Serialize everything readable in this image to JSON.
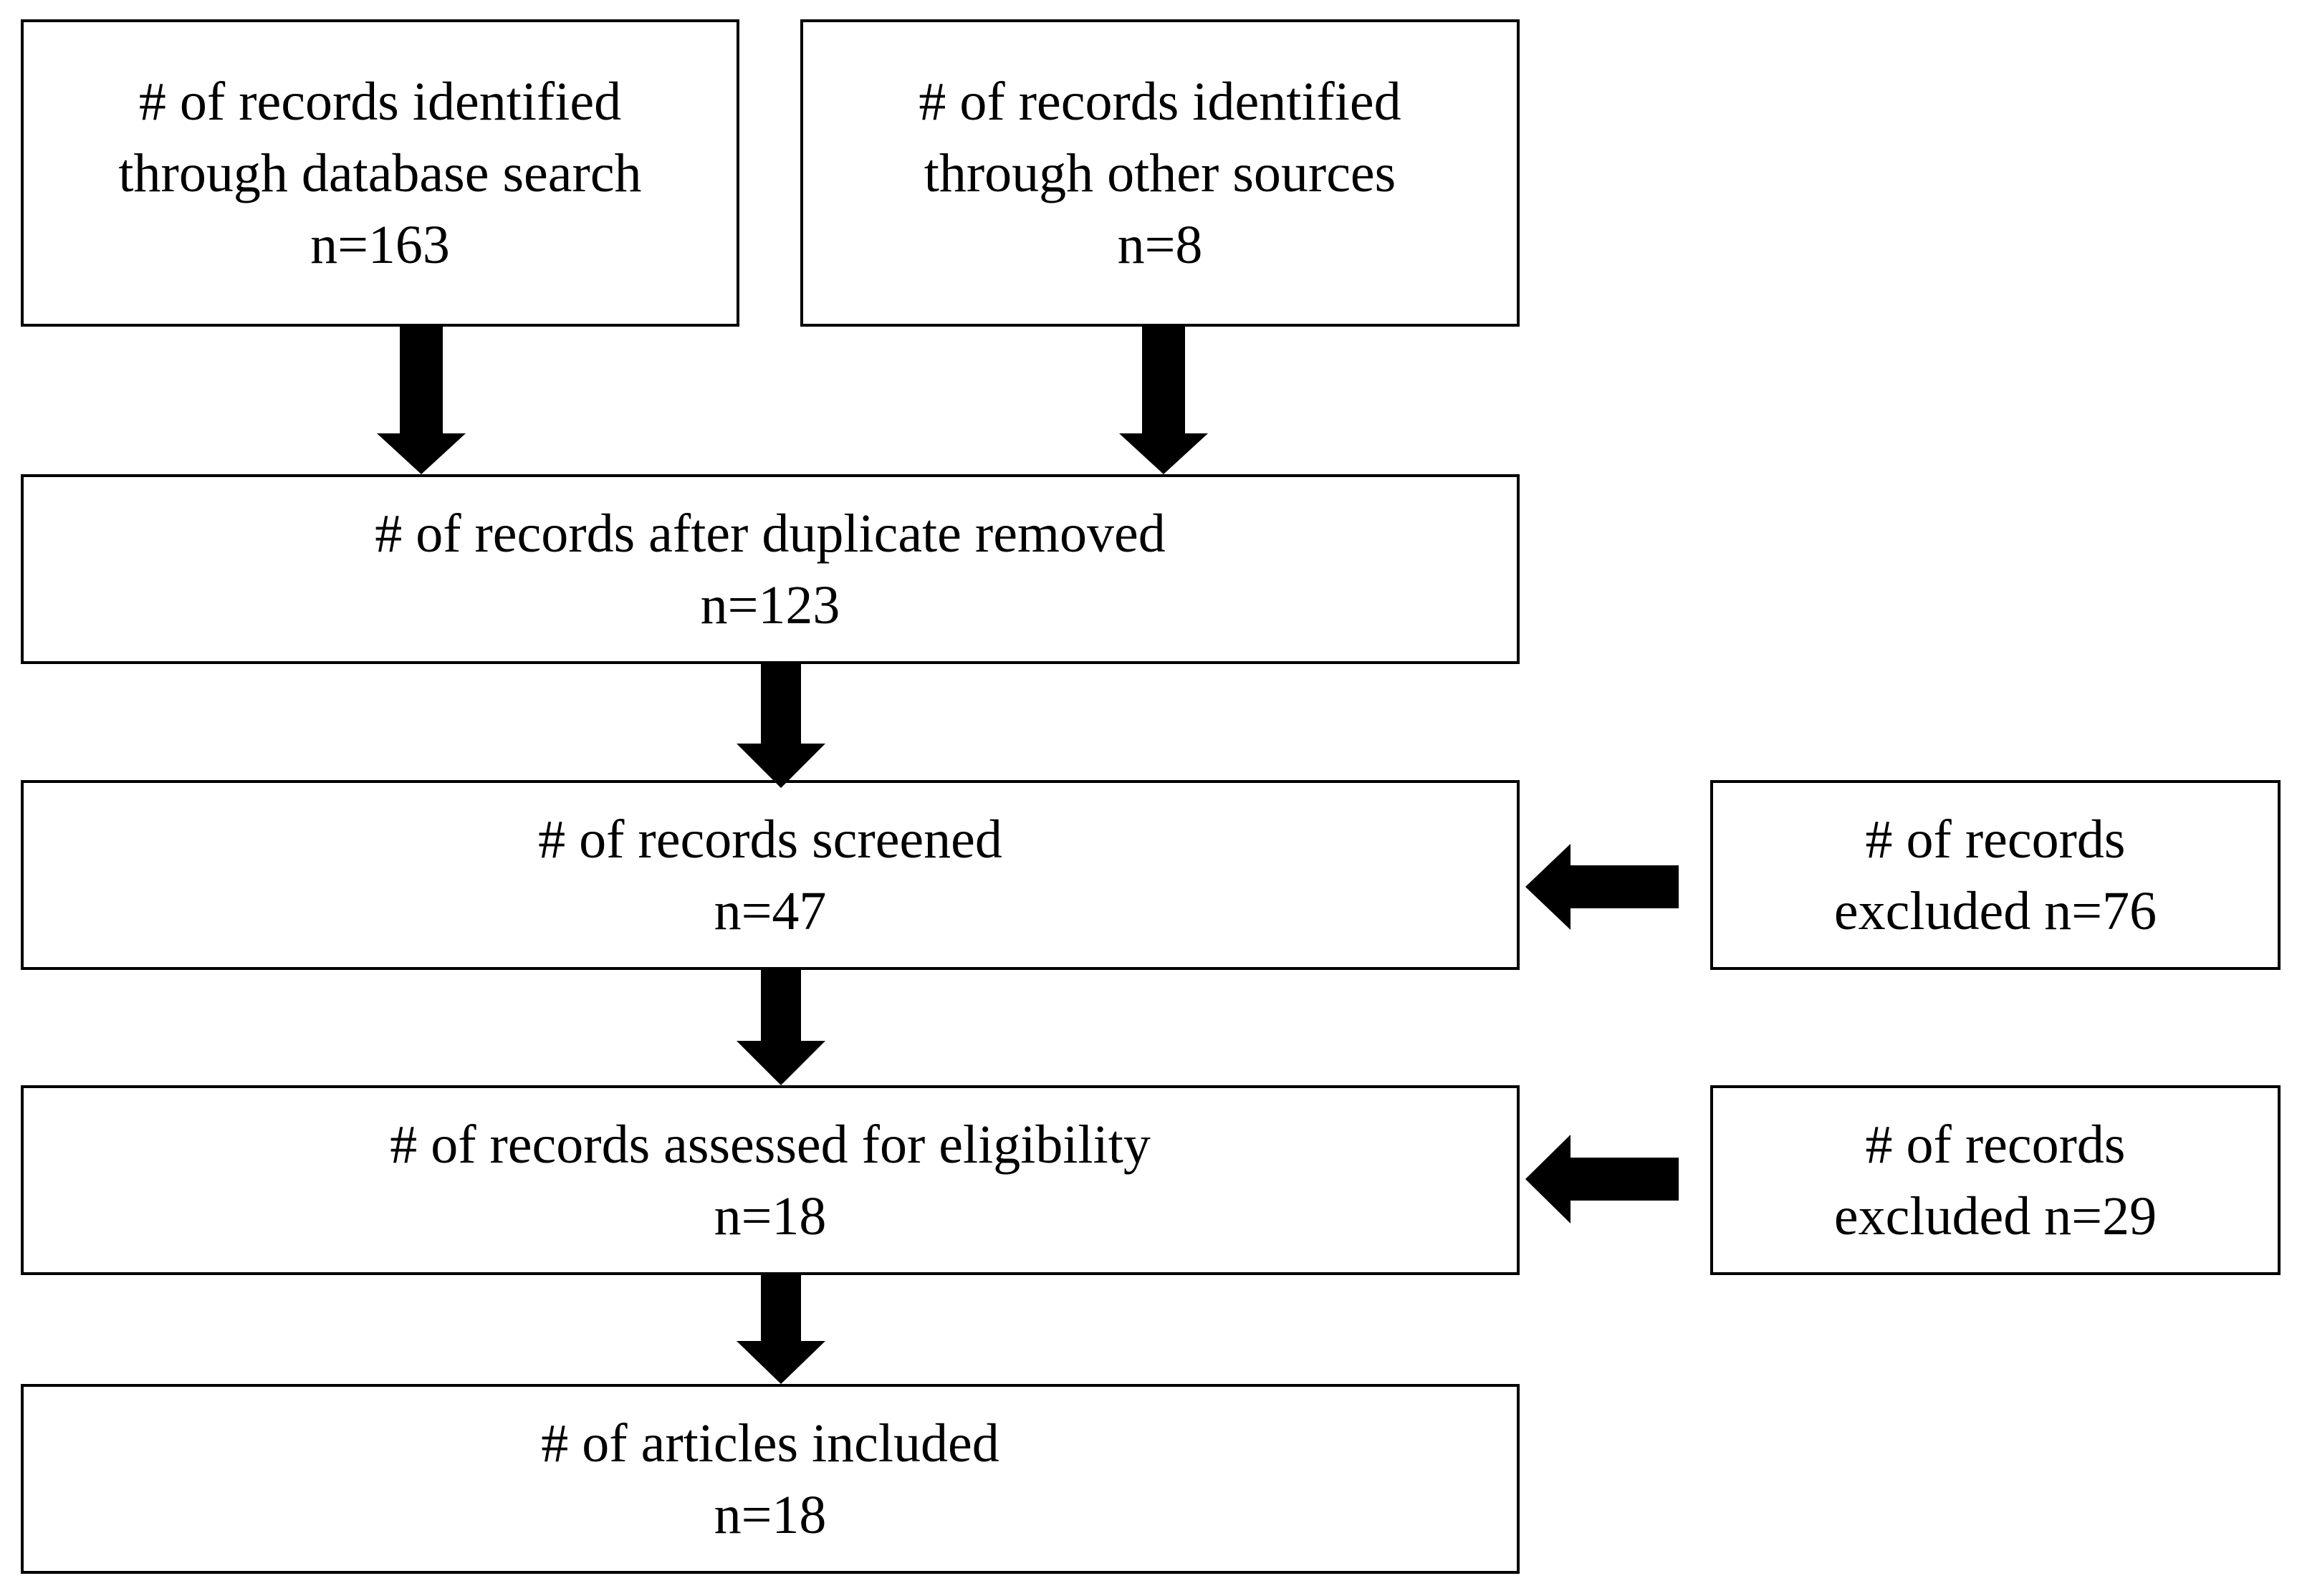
{
  "flowchart": {
    "boxes": {
      "database": {
        "line1": "# of records identified",
        "line2": "through database search",
        "count": "n=163"
      },
      "other": {
        "line1": "# of records identified",
        "line2": "through other sources",
        "count": "n=8"
      },
      "dedup": {
        "line1": "# of records after duplicate removed",
        "count": "n=123"
      },
      "screened": {
        "line1": "# of records screened",
        "count": "n=47"
      },
      "excluded_screening": {
        "line1": "# of records",
        "line2": "excluded n=76"
      },
      "assessed": {
        "line1": "# of records assessed for eligibility",
        "count": "n=18"
      },
      "excluded_eligibility": {
        "line1": "# of records",
        "line2": "excluded n=29"
      },
      "included": {
        "line1": "# of articles included",
        "count": "n=18"
      }
    },
    "colors": {
      "stroke": "#000000",
      "background": "#ffffff"
    }
  }
}
